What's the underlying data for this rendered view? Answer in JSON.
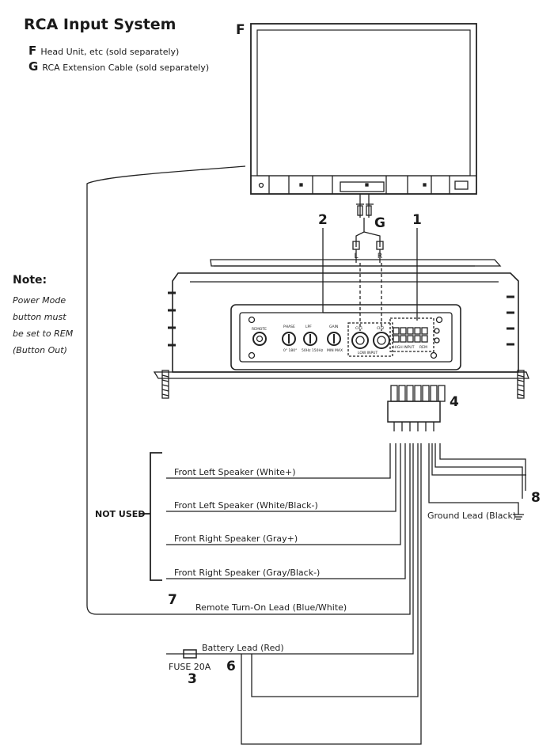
{
  "title": "RCA Input System",
  "legend": [
    {
      "letter": "F",
      "text": "Head Unit, etc (sold separately)"
    },
    {
      "letter": "G",
      "text": "RCA Extension Cable (sold separately)"
    }
  ],
  "callouts": {
    "f": "F",
    "g": "G",
    "one": "1",
    "two": "2",
    "three": "3",
    "four": "4",
    "six": "6",
    "seven": "7",
    "eight": "8"
  },
  "note": {
    "heading": "Note:",
    "lines": [
      "Power Mode",
      "button must",
      "be set to REM",
      "(Button Out)"
    ]
  },
  "not_used": "NOT USED",
  "wires": {
    "fl_pos": "Front Left Speaker (White+)",
    "fl_neg": "Front Left Speaker (White/Black-)",
    "fr_pos": "Front Right Speaker (Gray+)",
    "fr_neg": "Front Right Speaker (Gray/Black-)",
    "remote": "Remote Turn-On Lead (Blue/White)",
    "ground": "Ground Lead (Black)",
    "battery": "Battery Lead (Red)"
  },
  "fuse": "FUSE 20A",
  "rca_plugs": {
    "left": "L",
    "right": "R"
  },
  "panel": {
    "remote": "REMOTE",
    "phase": "PHASE",
    "lpf": "LPF",
    "gain": "GAIN",
    "ch1": "CH1",
    "ch2": "CH2",
    "phase_range": "0°  180°",
    "lpf_range": "50Hz  150Hz",
    "gain_range": "MIN  MAX",
    "low_input": "LOW INPUT",
    "hi_input": "HIGH INPUT",
    "rem": "REM"
  }
}
